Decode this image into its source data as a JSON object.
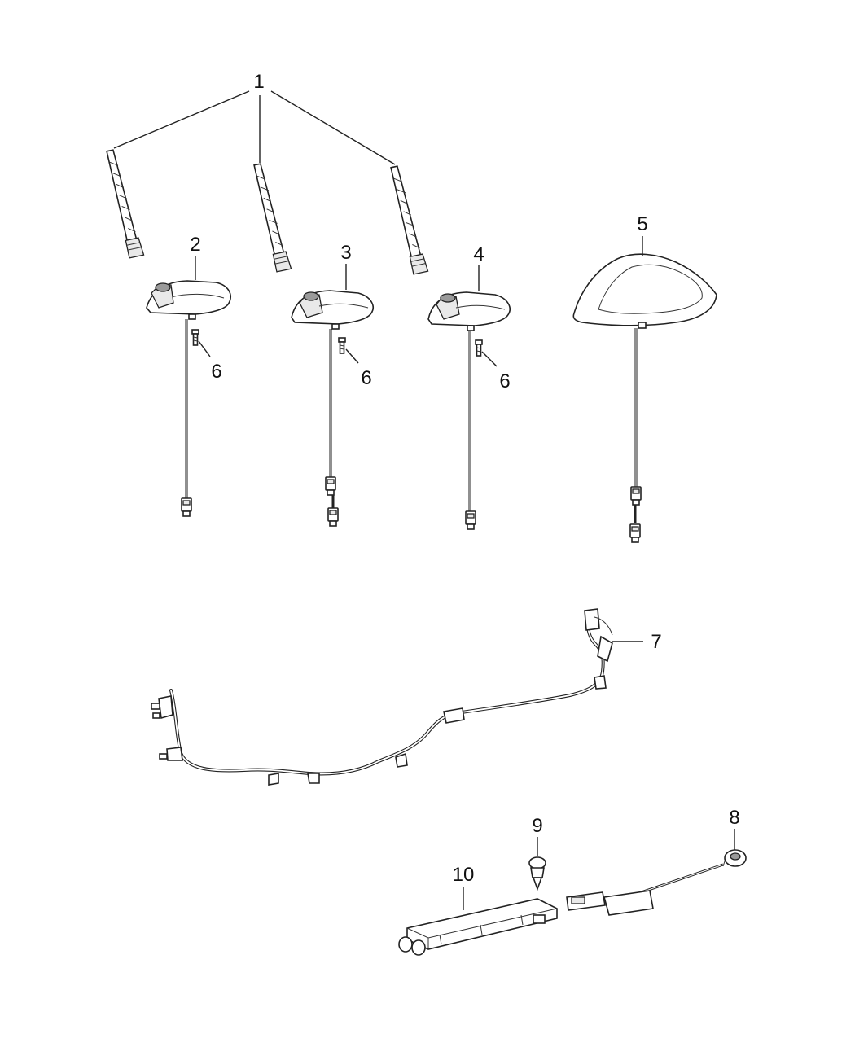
{
  "callouts": {
    "c1": "1",
    "c2": "2",
    "c3": "3",
    "c4": "4",
    "c5": "5",
    "c6a": "6",
    "c6b": "6",
    "c6c": "6",
    "c7": "7",
    "c8": "8",
    "c9": "9",
    "c10": "10"
  }
}
